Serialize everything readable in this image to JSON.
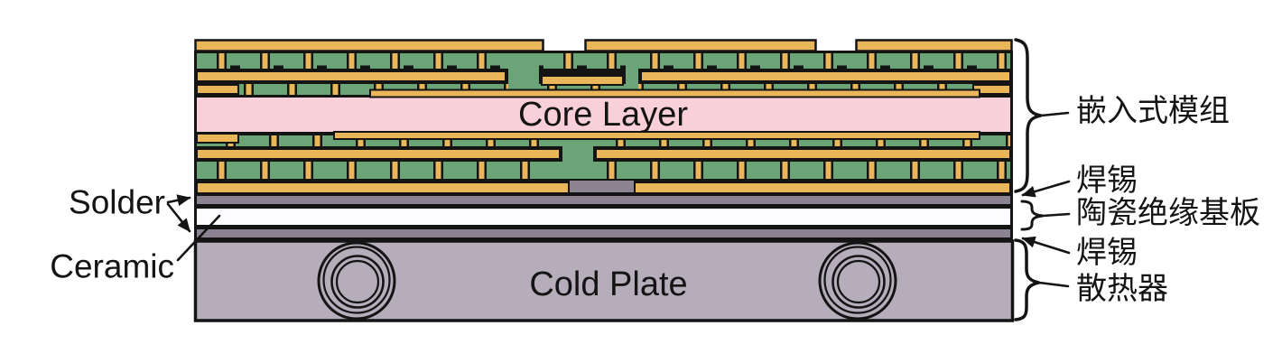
{
  "colors": {
    "copper": "#E9B65A",
    "dielectric": "#6BA477",
    "core": "#F9CFDA",
    "solder": "#8B8392",
    "plate": "#B5ADBA",
    "ceramic": "#FDFDFF",
    "outline": "#141414",
    "background": "#FFFFFF"
  },
  "labels": {
    "core_layer": "Core Layer",
    "cold_plate": "Cold Plate",
    "solder_en": "Solder",
    "ceramic_en": "Ceramic",
    "embedded_module_zh": "嵌入式模组",
    "solder_top_zh": "焊锡",
    "ceramic_substrate_zh": "陶瓷绝缘基板",
    "solder_bottom_zh": "焊锡",
    "heatsink_zh": "散热器"
  }
}
